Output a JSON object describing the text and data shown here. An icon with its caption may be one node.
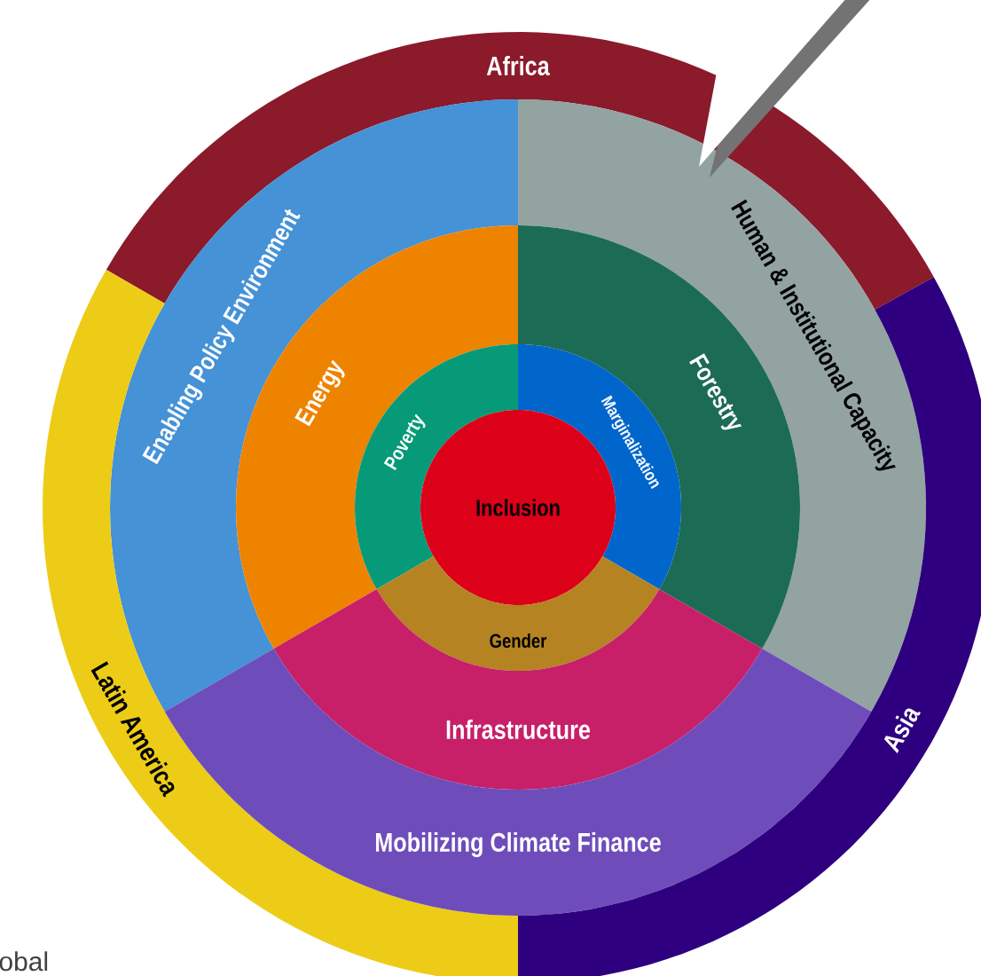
{
  "diagram": {
    "nodes": [
      {
        "text": [
          "Africa"
        ]
      },
      {
        "text": [
          "Enabling Policy Environment"
        ]
      },
      {
        "text": [
          "Human & Institutional Capacity"
        ]
      },
      {
        "text": [
          "Energy"
        ]
      },
      {
        "text": [
          "Poverty"
        ]
      },
      {
        "text": [
          "Marginalization"
        ]
      },
      {
        "text": [
          "Forestry"
        ]
      },
      {
        "text": [
          "Inclusion"
        ]
      },
      {
        "text": [
          "Gender"
        ]
      },
      {
        "text": [
          "Infrastructure"
        ]
      },
      {
        "text": [
          "Latin America"
        ]
      },
      {
        "text": [
          "Mobilizing Climate Finance"
        ]
      },
      {
        "text": [
          "Asia"
        ]
      }
    ],
    "labels": [
      "obal"
    ]
  }
}
